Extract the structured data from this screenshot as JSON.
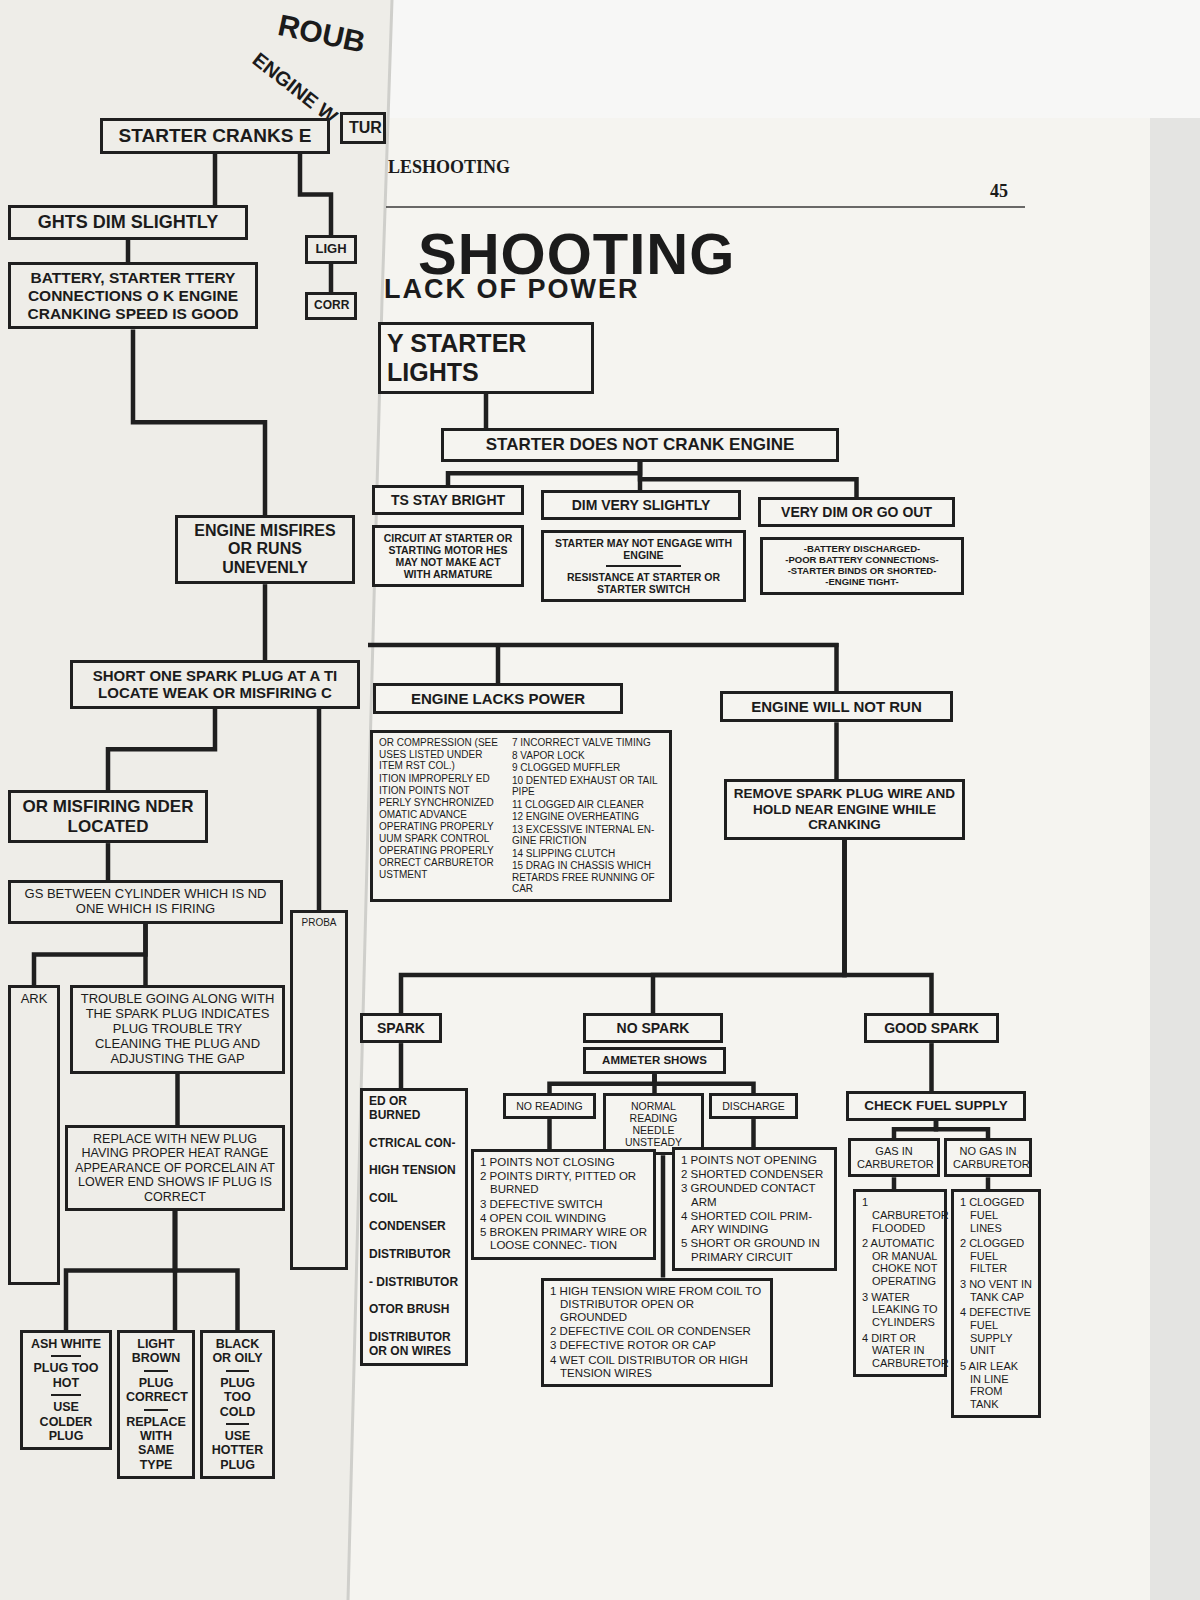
{
  "diagram": {
    "title": "SHOOTING",
    "nodes": [
      {
        "text": [
          "Y STARTER LIGHTS"
        ]
      },
      {
        "text": [
          "STARTER DOES NOT CRANK ENGINE"
        ]
      },
      {
        "text": [
          "TS STAY BRIGHT"
        ]
      },
      {
        "text": [
          "CIRCUIT AT STARTER OR STARTING MOTOR HES MAY NOT MAKE ACT WITH ARMATURE"
        ]
      },
      {
        "text": [
          "DIM VERY SLIGHTLY"
        ]
      },
      {
        "text": [
          "STARTER MAY NOT ENGAGE WITH ENGINE",
          "RESISTANCE AT STARTER OR STARTER SWITCH"
        ]
      },
      {
        "text": [
          "VERY DIM OR GO OUT"
        ]
      },
      {
        "text": [
          "-BATTERY DISCHARGED-",
          "-POOR BATTERY CONNECTIONS-",
          "-STARTER BINDS OR SHORTED-",
          "-ENGINE TIGHT-"
        ]
      },
      {
        "text": [
          "ENGINE LACKS POWER"
        ]
      },
      {
        "text": [
          "OR COMPRESSION (SEE USES LISTED UNDER ITEM RST COL.)",
          "ITION IMPROPERLY ED",
          "ITION POINTS NOT PERLY SYNCHRONIZED",
          "OMATIC ADVANCE OPERATING PROPERLY",
          "UUM SPARK CONTROL OPERATING PROPERLY",
          "ORRECT CARBURETOR USTMENT",
          "7 INCORRECT VALVE TIMING",
          "8 VAPOR LOCK",
          "9 CLOGGED MUFFLER",
          "10 DENTED EXHAUST OR TAIL PIPE",
          "11 CLOGGED AIR CLEANER",
          "12 ENGINE OVERHEATING",
          "13 EXCESSIVE INTERNAL EN- GINE FRICTION",
          "14 SLIPPING CLUTCH",
          "15 DRAG IN CHASSIS WHICH RETARDS FREE RUNNING OF CAR"
        ]
      },
      {
        "text": [
          "ENGINE WILL NOT RUN"
        ]
      },
      {
        "text": [
          "REMOVE SPARK PLUG WIRE AND HOLD NEAR ENGINE WHILE CRANKING"
        ]
      },
      {
        "text": [
          "SPARK"
        ]
      },
      {
        "text": [
          "ED OR BURNED",
          "CTRICAL CON-",
          "HIGH TENSION",
          "COIL",
          "CONDENSER",
          "DISTRIBUTOR",
          "- DISTRIBUTOR",
          "OTOR BRUSH",
          "DISTRIBUTOR OR ON WIRES"
        ]
      },
      {
        "text": [
          "NO SPARK"
        ]
      },
      {
        "text": [
          "AMMETER SHOWS"
        ]
      },
      {
        "text": [
          "NO READING"
        ]
      },
      {
        "text": [
          "NORMAL READING NEEDLE UNSTEADY"
        ]
      },
      {
        "text": [
          "DISCHARGE"
        ]
      },
      {
        "text": [
          "1 POINTS NOT CLOSING",
          "2 POINTS DIRTY, PITTED OR BURNED",
          "3 DEFECTIVE SWITCH",
          "4 OPEN COIL WINDING",
          "5 BROKEN PRIMARY WIRE OR LOOSE CONNEC- TION"
        ]
      },
      {
        "text": [
          "1 POINTS NOT OPENING",
          "2 SHORTED CONDENSER",
          "3 GROUNDED CONTACT ARM",
          "4 SHORTED COIL PRIM- ARY WINDING",
          "5 SHORT OR GROUND IN PRIMARY CIRCUIT"
        ]
      },
      {
        "text": [
          "1 HIGH TENSION WIRE FROM COIL TO DISTRIBUTOR OPEN OR GROUNDED",
          "2 DEFECTIVE COIL OR CONDENSER",
          "3 DEFECTIVE ROTOR OR CAP",
          "4 WET COIL DISTRIBUTOR OR HIGH TENSION WIRES"
        ]
      },
      {
        "text": [
          "GOOD SPARK"
        ]
      },
      {
        "text": [
          "CHECK FUEL SUPPLY"
        ]
      },
      {
        "text": [
          "GAS IN CARBURETOR"
        ]
      },
      {
        "text": [
          "NO GAS IN CARBURETOR"
        ]
      },
      {
        "text": [
          "1 CARBURETOR FLOODED",
          "2 AUTOMATIC OR MANUAL CHOKE NOT OPERATING",
          "3 WATER LEAKING TO CYLINDERS",
          "4 DIRT OR WATER IN CARBURETOR"
        ]
      },
      {
        "text": [
          "1 CLOGGED FUEL LINES",
          "2 CLOGGED FUEL FILTER",
          "3 NO VENT IN TANK CAP",
          "4 DEFECTIVE FUEL SUPPLY UNIT",
          "5 AIR LEAK IN LINE FROM TANK"
        ]
      },
      {
        "text": [
          "STARTER CRANKS E"
        ]
      },
      {
        "text": [
          "TUR"
        ]
      },
      {
        "text": [
          "GHTS DIM SLIGHTLY"
        ]
      },
      {
        "text": [
          "BATTERY, STARTER TTERY CONNECTIONS O K ENGINE CRANKING SPEED IS GOOD"
        ]
      },
      {
        "text": [
          "LIGH"
        ]
      },
      {
        "text": [
          "CORR"
        ]
      },
      {
        "text": [
          "ENGINE MISFIRES OR RUNS UNEVENLY"
        ]
      },
      {
        "text": [
          "SHORT ONE SPARK PLUG AT A TI LOCATE WEAK OR MISFIRING C"
        ]
      },
      {
        "text": [
          "OR MISFIRING NDER LOCATED"
        ]
      },
      {
        "text": [
          "GS BETWEEN CYLINDER WHICH IS ND ONE WHICH IS FIRING"
        ]
      },
      {
        "text": [
          "ARK"
        ]
      },
      {
        "text": [
          "TROUBLE GOING ALONG WITH THE SPARK PLUG INDICATES PLUG TROUBLE TRY CLEANING THE PLUG AND ADJUSTING THE GAP"
        ]
      },
      {
        "text": [
          "REPLACE WITH NEW PLUG HAVING PROPER HEAT RANGE APPEARANCE OF PORCELAIN AT LOWER END SHOWS IF PLUG IS CORRECT"
        ]
      },
      {
        "text": [
          "ASH WHITE",
          "PLUG TOO HOT",
          "USE COLDER PLUG"
        ]
      },
      {
        "text": [
          "LIGHT BROWN",
          "PLUG CORRECT",
          "REPLACE WITH SAME TYPE"
        ]
      },
      {
        "text": [
          "BLACK OR OILY",
          "PLUG TOO COLD",
          "USE HOTTER PLUG"
        ]
      },
      {
        "text": [
          "PROBA"
        ]
      }
    ],
    "edges": [
      {
        "from": 0,
        "to": 1,
        "arrow": "none"
      },
      {
        "from": 1,
        "to": 2,
        "arrow": "none"
      },
      {
        "from": 1,
        "to": 4,
        "arrow": "none"
      },
      {
        "from": 1,
        "to": 6,
        "arrow": "none"
      },
      {
        "from": 10,
        "to": 11,
        "arrow": "none"
      },
      {
        "from": 11,
        "to": 12,
        "arrow": "none"
      },
      {
        "from": 11,
        "to": 14,
        "arrow": "none"
      },
      {
        "from": 11,
        "to": 22,
        "arrow": "none"
      },
      {
        "from": 12,
        "to": 13,
        "arrow": "none"
      },
      {
        "from": 15,
        "to": 16,
        "arrow": "none"
      },
      {
        "from": 15,
        "to": 17,
        "arrow": "none"
      },
      {
        "from": 15,
        "to": 18,
        "arrow": "none"
      },
      {
        "from": 16,
        "to": 19,
        "arrow": "none"
      },
      {
        "from": 17,
        "to": 21,
        "arrow": "none"
      },
      {
        "from": 18,
        "to": 20,
        "arrow": "none"
      },
      {
        "from": 22,
        "to": 23,
        "arrow": "none"
      },
      {
        "from": 23,
        "to": 24,
        "arrow": "none"
      },
      {
        "from": 23,
        "to": 25,
        "arrow": "none"
      },
      {
        "from": 24,
        "to": 26,
        "arrow": "none"
      },
      {
        "from": 25,
        "to": 27,
        "arrow": "none"
      },
      {
        "from": 28,
        "to": 30,
        "arrow": "none"
      },
      {
        "from": 28,
        "to": 32,
        "arrow": "none"
      },
      {
        "from": 30,
        "to": 31,
        "arrow": "none"
      },
      {
        "from": 32,
        "to": 33,
        "arrow": "none"
      },
      {
        "from": 31,
        "to": 34,
        "arrow": "none"
      },
      {
        "from": 34,
        "to": 35,
        "arrow": "none"
      },
      {
        "from": 35,
        "to": 36,
        "arrow": "none"
      },
      {
        "from": 35,
        "to": 44,
        "arrow": "none"
      },
      {
        "from": 36,
        "to": 37,
        "arrow": "none"
      },
      {
        "from": 37,
        "to": 38,
        "arrow": "none"
      },
      {
        "from": 37,
        "to": 39,
        "arrow": "none"
      },
      {
        "from": 39,
        "to": 40,
        "arrow": "none"
      },
      {
        "from": 40,
        "to": 41,
        "arrow": "none"
      },
      {
        "from": 40,
        "to": 42,
        "arrow": "none"
      },
      {
        "from": 40,
        "to": 43,
        "arrow": "none"
      }
    ],
    "labels": [
      "LESHOOTING",
      "45",
      "LACK OF POWER",
      "ROUB",
      "ENGINE W"
    ]
  }
}
